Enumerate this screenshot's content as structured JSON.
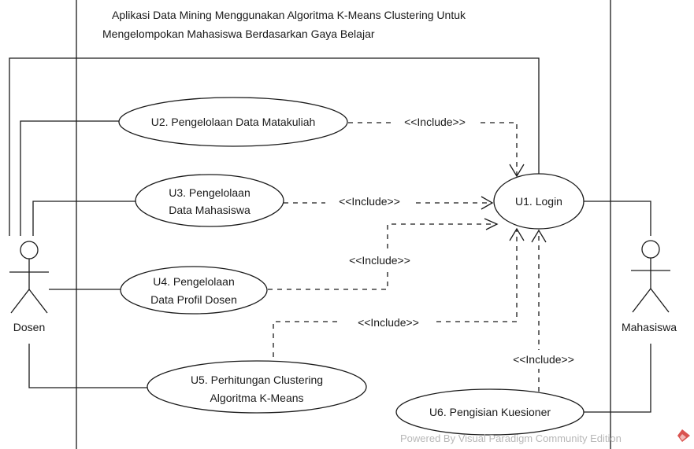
{
  "system": {
    "title_line1": "Aplikasi Data Mining Menggunakan Algoritma K-Means Clustering Untuk",
    "title_line2": "Mengelompokan Mahasiswa Berdasarkan Gaya Belajar"
  },
  "actors": {
    "dosen": "Dosen",
    "mahasiswa": "Mahasiswa"
  },
  "usecases": {
    "u1": "U1. Login",
    "u2": "U2. Pengelolaan Data Matakuliah",
    "u3_line1": "U3. Pengelolaan",
    "u3_line2": "Data Mahasiswa",
    "u4_line1": "U4. Pengelolaan",
    "u4_line2": "Data Profil Dosen",
    "u5_line1": "U5. Perhitungan Clustering",
    "u5_line2": "Algoritma K-Means",
    "u6": "U6. Pengisian Kuesioner"
  },
  "relations": {
    "include_u2": "<<Include>>",
    "include_u3": "<<Include>>",
    "include_u4": "<<Include>>",
    "include_u5": "<<Include>>",
    "include_u6": "<<Include>>"
  },
  "watermark": "Powered By  Visual Paradigm Community Edition",
  "colors": {
    "line": "#1a1a1a",
    "watermark": "#b8b8b8",
    "logo": "#d9534f"
  }
}
